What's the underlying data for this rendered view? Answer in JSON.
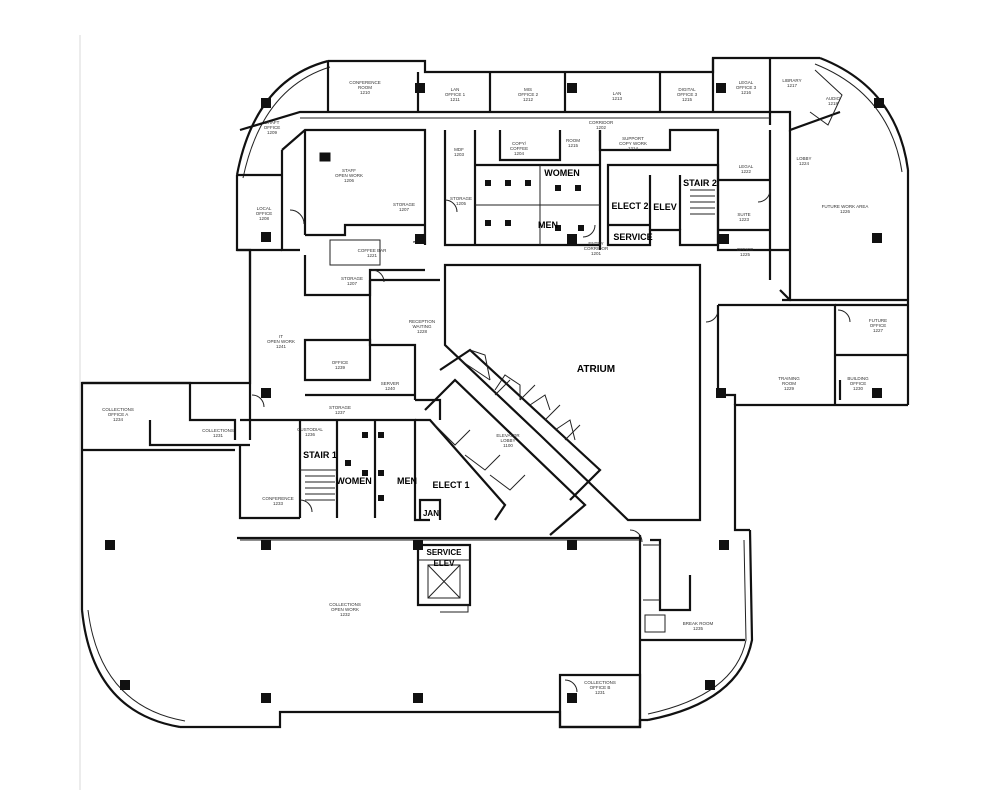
{
  "plan": {
    "big_labels": {
      "atrium": "ATRIUM",
      "women_top": "WOMEN",
      "men_top": "MEN",
      "elect2": "ELECT 2",
      "elev_top": "ELEV",
      "stair2": "STAIR 2",
      "service_top": "SERVICE",
      "stair1": "STAIR 1",
      "women_bottom": "WOMEN",
      "men_bottom": "MEN",
      "elect1": "ELECT 1",
      "jan": "JAN",
      "service_bottom": "SERVICE",
      "elev_bottom": "ELEV"
    },
    "rooms": {
      "conference_room": [
        "CONFERENCE",
        "ROOM",
        "1210"
      ],
      "office_1": [
        "LAN",
        "OFFICE 1",
        "1211"
      ],
      "office_2": [
        "MIS",
        "OFFICE 2",
        "1212"
      ],
      "office_3": [
        "LAN",
        "1213"
      ],
      "office_4": [
        "DIGITAL",
        "OFFICE 3",
        "1215"
      ],
      "legal_office": [
        "LEGAL",
        "OFFICE 3",
        "1216"
      ],
      "library": [
        "LIBRARY",
        "1217"
      ],
      "bldg_office": [
        "SHAFT",
        "OFFICE",
        "1209"
      ],
      "corridor": [
        "CORRIDOR",
        "1202"
      ],
      "staff_open": [
        "STAFF",
        "OPEN WORK",
        "1206"
      ],
      "storage_a": [
        "STORAGE",
        "1207"
      ],
      "mdf": [
        "MDF",
        "1203"
      ],
      "copy_coffee": [
        "COPY/",
        "COFFEE",
        "1204"
      ],
      "room_1215b": [
        "ROOM",
        "1215"
      ],
      "copy_work": [
        "SUPPORT",
        "COPY WORK",
        "1214"
      ],
      "audio_room": [
        "AUDIO",
        "1218"
      ],
      "lobby_office": [
        "LOBBY",
        "1224"
      ],
      "future_work": [
        "FUTURE WORK AREA",
        "1226"
      ],
      "local_office": [
        "LOCAL",
        "OFFICE",
        "1208"
      ],
      "storage_b": [
        "STORAGE",
        "1205"
      ],
      "coffee_bar": [
        "COFFEE BAR",
        "1221"
      ],
      "legal_room": [
        "LEGAL",
        "1222"
      ],
      "suite": [
        "SUITE",
        "1223"
      ],
      "office_1225": [
        "OFFICE",
        "1225"
      ],
      "entry_corridor": [
        "ENTRY",
        "CORRIDOR",
        "1201"
      ],
      "reception": [
        "RECEPTION",
        "WAITING",
        "1228"
      ],
      "it_open": [
        "IT",
        "OPEN WORK",
        "1241"
      ],
      "office_1239": [
        "OFFICE",
        "1239"
      ],
      "server": [
        "SERVER",
        "1240"
      ],
      "storage_1237": [
        "STORAGE",
        "1237"
      ],
      "elevator_lobby": [
        "ELEVATOR",
        "LOBBY",
        "1100"
      ],
      "collections_office_a": [
        "COLLECTIONS",
        "OFFICE A",
        "1234"
      ],
      "collections_1231": [
        "COLLECTIONS",
        "1231"
      ],
      "custodial": [
        "CUSTODIAL",
        "1236"
      ],
      "conference_1233": [
        "CONFERENCE",
        "1233"
      ],
      "training": [
        "TRAINING",
        "ROOM",
        "1229"
      ],
      "future_office": [
        "FUTURE",
        "OFFICE",
        "1227"
      ],
      "building_office": [
        "BUILDING",
        "OFFICE",
        "1230"
      ],
      "collections_open": [
        "COLLECTIONS",
        "OPEN WORK",
        "1232"
      ],
      "break_room": [
        "BREAK ROOM",
        "1235"
      ],
      "collections_office_b": [
        "COLLECTIONS",
        "OFFICE B",
        "1231"
      ]
    }
  }
}
